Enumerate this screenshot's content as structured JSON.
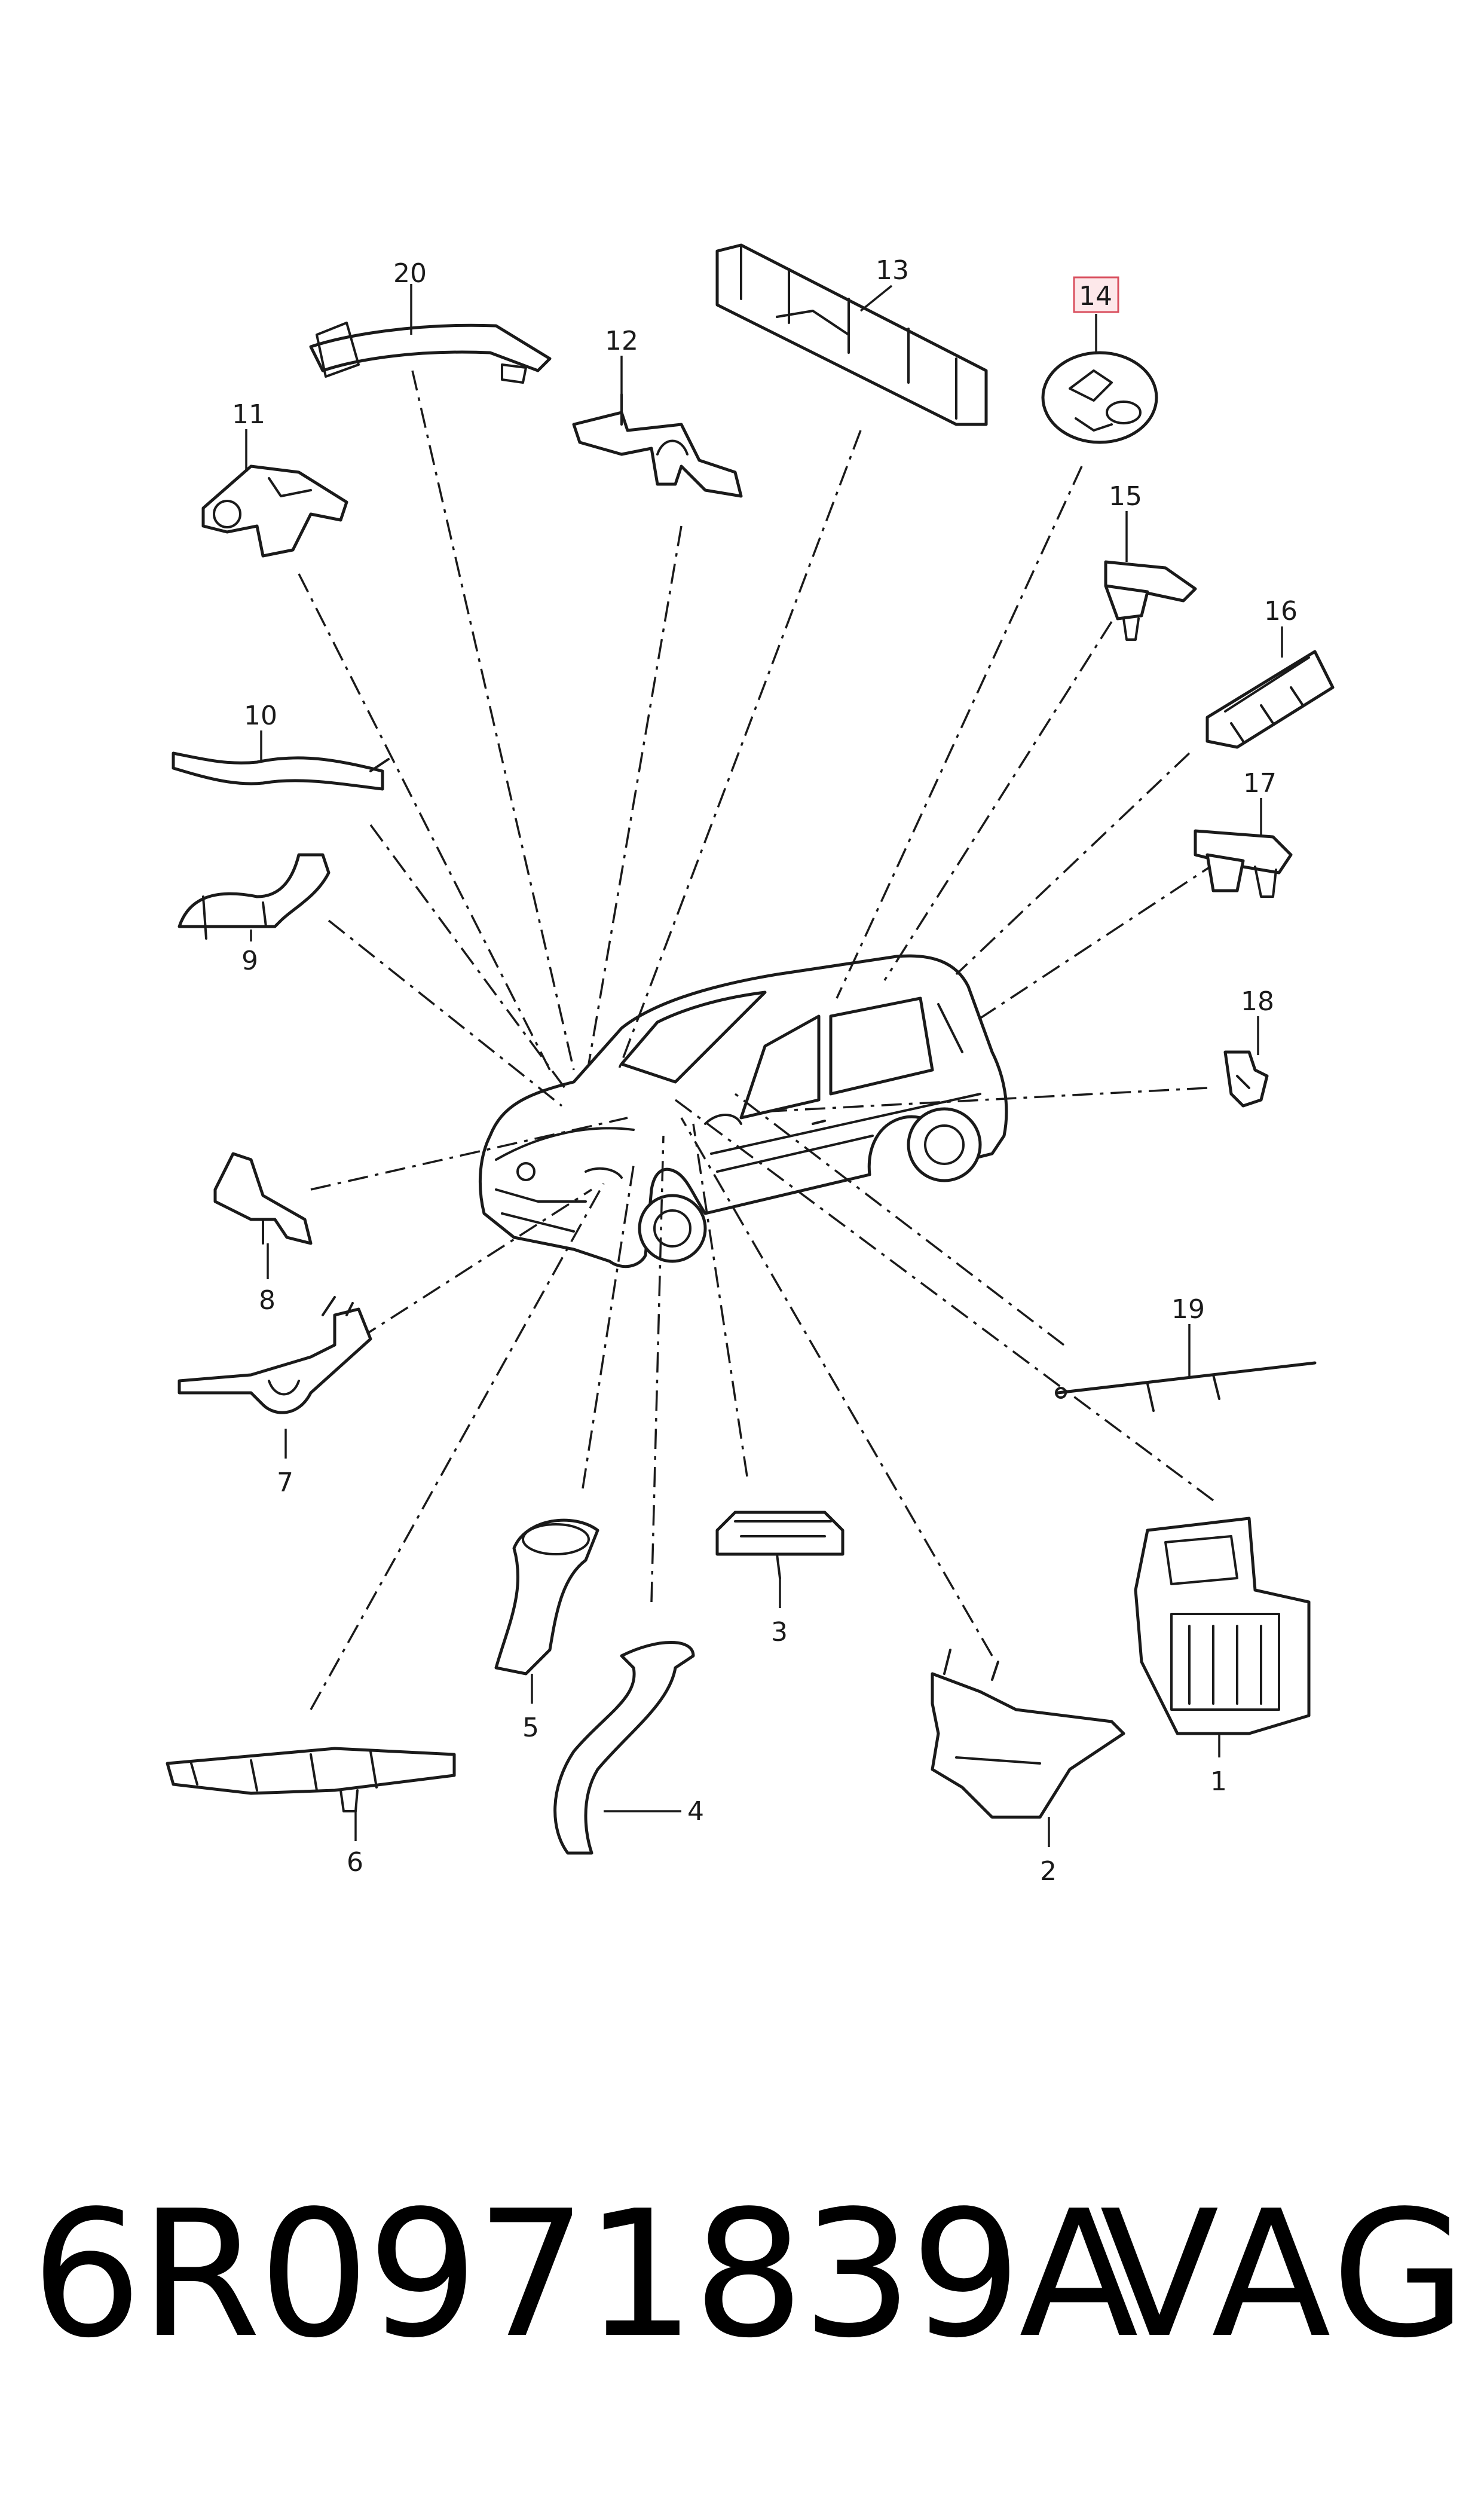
{
  "diagram": {
    "highlight_color": "#d9505f",
    "callouts": [
      "1",
      "2",
      "3",
      "4",
      "5",
      "6",
      "7",
      "8",
      "9",
      "10",
      "11",
      "12",
      "13",
      "14",
      "15",
      "16",
      "17",
      "18",
      "19",
      "20"
    ],
    "highlighted_callout": "14"
  },
  "footer": {
    "part_number": "6R0971839A",
    "brand": "VAG"
  }
}
